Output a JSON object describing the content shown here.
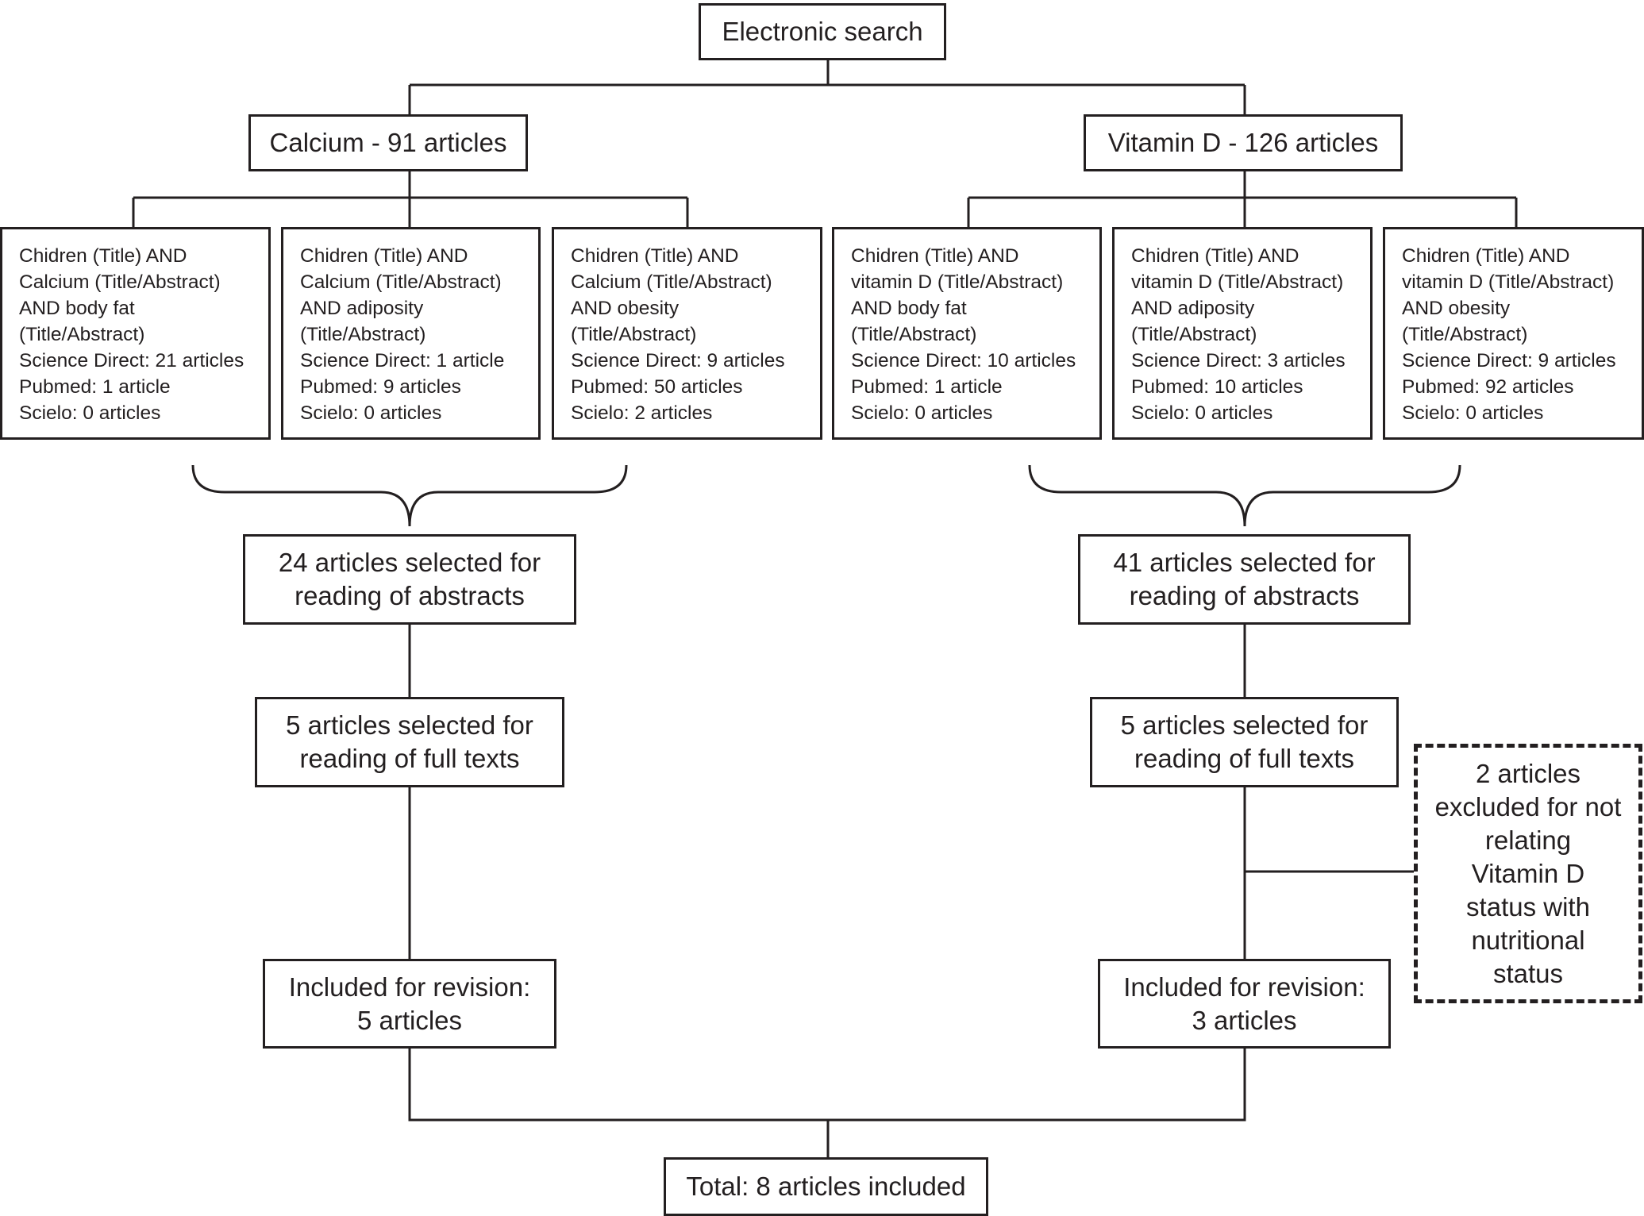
{
  "root": {
    "label": "Electronic search"
  },
  "calcium": {
    "header": "Calcium - 91 articles",
    "queries": [
      [
        "Chidren (Title) AND",
        "Calcium (Title/Abstract)",
        "AND body fat",
        "(Title/Abstract)",
        "Science Direct: 21 articles",
        "Pubmed: 1 article",
        "Scielo: 0 articles"
      ],
      [
        "Chidren (Title) AND",
        "Calcium (Title/Abstract)",
        "AND adiposity",
        "(Title/Abstract)",
        "Science Direct: 1 article",
        "Pubmed: 9 articles",
        "Scielo: 0 articles"
      ],
      [
        "Chidren (Title) AND",
        "Calcium (Title/Abstract)",
        "AND obesity",
        "(Title/Abstract)",
        "Science Direct: 9 articles",
        "Pubmed: 50 articles",
        "Scielo: 2 articles"
      ]
    ],
    "abstracts": [
      "24 articles selected for",
      "reading of abstracts"
    ],
    "fulltexts": [
      "5 articles selected for",
      "reading of full texts"
    ],
    "included": [
      "Included for revision:",
      "5 articles"
    ]
  },
  "vitamin_d": {
    "header": "Vitamin D - 126 articles",
    "queries": [
      [
        "Chidren (Title) AND",
        "vitamin D (Title/Abstract)",
        "AND body fat",
        "(Title/Abstract)",
        "Science Direct: 10 articles",
        "Pubmed: 1 article",
        "Scielo: 0 articles"
      ],
      [
        "Chidren (Title) AND",
        "vitamin D (Title/Abstract)",
        "AND adiposity",
        "(Title/Abstract)",
        "Science Direct: 3 articles",
        "Pubmed: 10 articles",
        "Scielo: 0 articles"
      ],
      [
        "Chidren (Title) AND",
        "vitamin D (Title/Abstract)",
        "AND obesity",
        "(Title/Abstract)",
        "Science Direct: 9 articles",
        "Pubmed: 92 articles",
        "Scielo: 0 articles"
      ]
    ],
    "abstracts": [
      "41 articles selected for",
      "reading of abstracts"
    ],
    "fulltexts": [
      "5 articles selected for",
      "reading of full texts"
    ],
    "excluded": [
      "2 articles",
      "excluded for not",
      "relating",
      "Vitamin D",
      "status with",
      "nutritional",
      "status"
    ],
    "included": [
      "Included for revision:",
      "3 articles"
    ]
  },
  "total": {
    "label": "Total: 8 articles included"
  },
  "colors": {
    "line": "#231f20",
    "background": "#ffffff"
  }
}
